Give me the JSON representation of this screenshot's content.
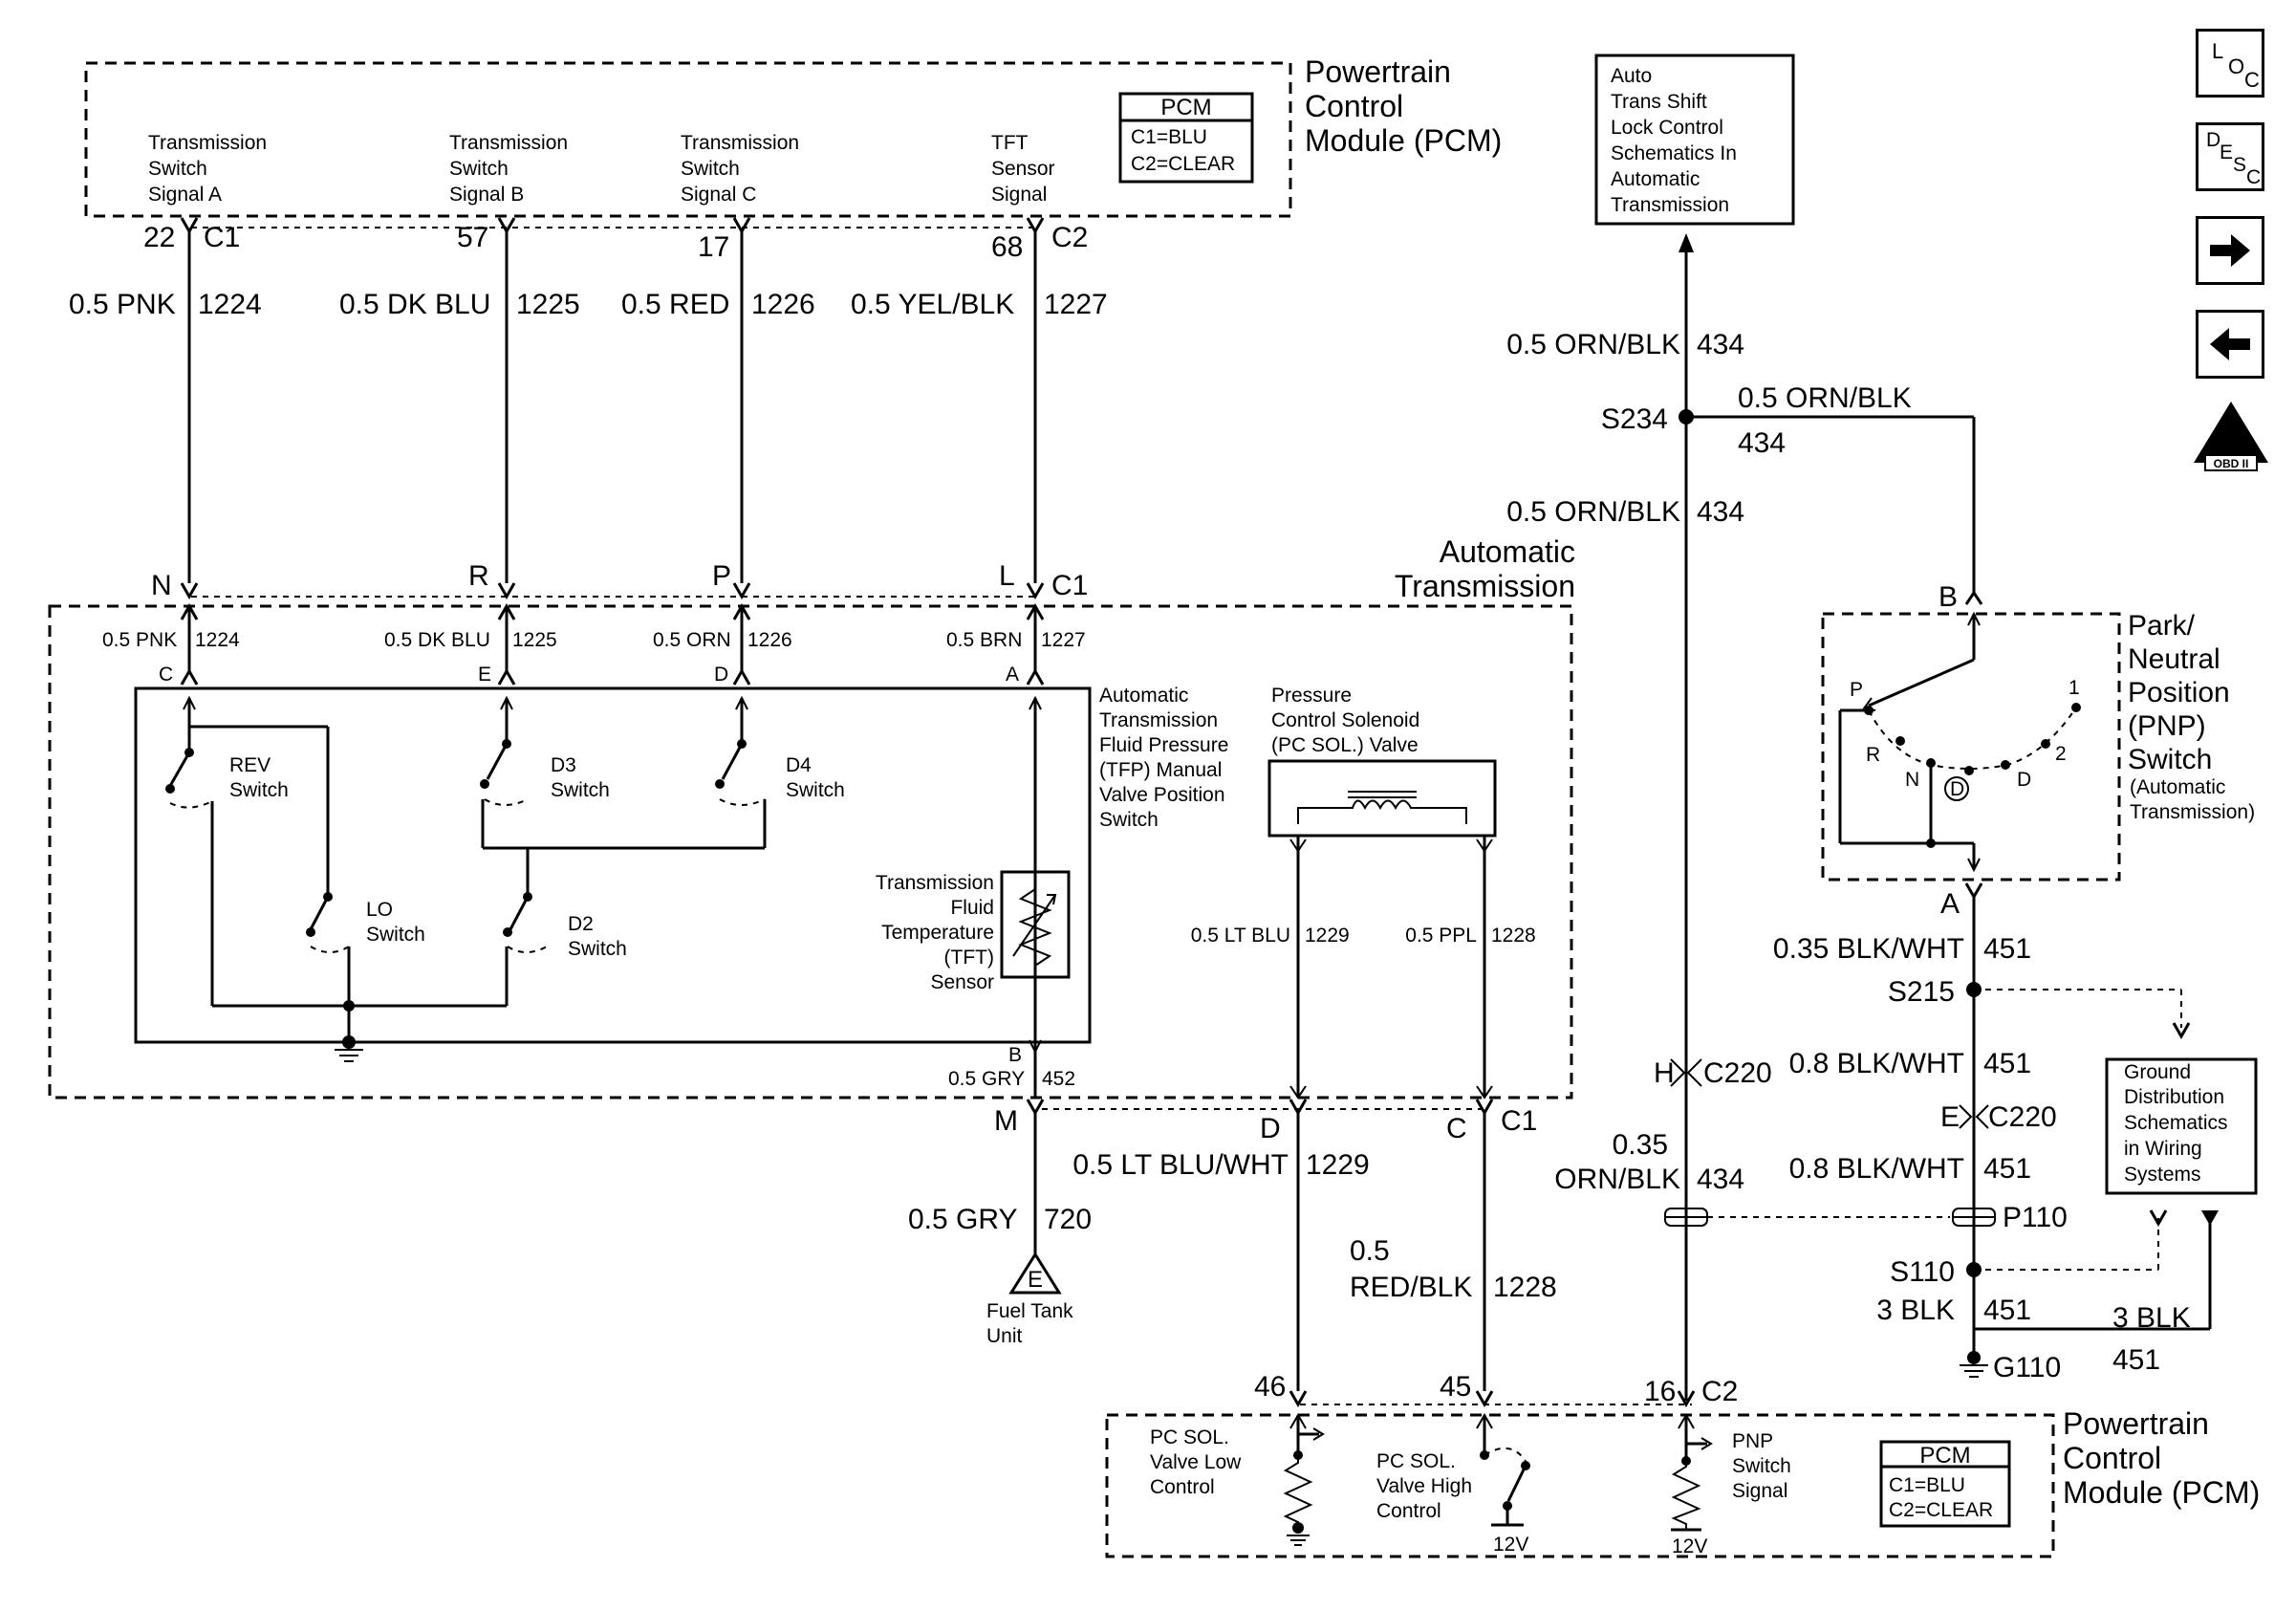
{
  "pcm_top": {
    "title": [
      "Powertrain",
      "Control",
      "Module (PCM)"
    ],
    "legend_title": "PCM",
    "legend_c1": "C1=BLU",
    "legend_c2": "C2=CLEAR",
    "signals": [
      {
        "label": [
          "Transmission",
          "Switch",
          "Signal A"
        ],
        "pin": "22",
        "conn": "C1",
        "wire": "0.5 PNK",
        "circuit": "1224"
      },
      {
        "label": [
          "Transmission",
          "Switch",
          "Signal B"
        ],
        "pin": "57",
        "conn": "",
        "wire": "0.5 DK BLU",
        "circuit": "1225"
      },
      {
        "label": [
          "Transmission",
          "Switch",
          "Signal C"
        ],
        "pin": "17",
        "conn": "",
        "wire": "0.5 RED",
        "circuit": "1226"
      },
      {
        "label": [
          "TFT",
          "Sensor",
          "Signal"
        ],
        "pin": "68",
        "conn": "C2",
        "wire": "0.5 YEL/BLK",
        "circuit": "1227"
      }
    ]
  },
  "trans": {
    "title": [
      "Automatic",
      "Transmission"
    ],
    "c1_pins": [
      "N",
      "R",
      "P",
      "L"
    ],
    "c1_label": "C1",
    "inner_wires": [
      {
        "wire": "0.5 PNK",
        "circuit": "1224",
        "pin": "C"
      },
      {
        "wire": "0.5 DK BLU",
        "circuit": "1225",
        "pin": "E"
      },
      {
        "wire": "0.5 ORN",
        "circuit": "1226",
        "pin": "D"
      },
      {
        "wire": "0.5 BRN",
        "circuit": "1227",
        "pin": "A"
      }
    ],
    "tfp_label": [
      "Automatic",
      "Transmission",
      "Fluid Pressure",
      "(TFP) Manual",
      "Valve Position",
      "Switch"
    ],
    "switches": {
      "rev": [
        "REV",
        "Switch"
      ],
      "d3": [
        "D3",
        "Switch"
      ],
      "d4": [
        "D4",
        "Switch"
      ],
      "lo": [
        "LO",
        "Switch"
      ],
      "d2": [
        "D2",
        "Switch"
      ]
    },
    "tft_label": [
      "Transmission",
      "Fluid",
      "Temperature",
      "(TFT)",
      "Sensor"
    ],
    "pc_label": [
      "Pressure",
      "Control Solenoid",
      "(PC SOL.) Valve"
    ],
    "pc_wire_a": {
      "wire": "0.5 LT BLU",
      "circuit": "1229"
    },
    "pc_wire_b": {
      "wire": "0.5 PPL",
      "circuit": "1228"
    },
    "tft_low": {
      "pin": "B",
      "wire": "0.5 GRY",
      "circuit": "452"
    }
  },
  "lower": {
    "m_pin": "M",
    "m_wire": "0.5 GRY",
    "m_circuit": "720",
    "fuel_label": [
      "Fuel Tank",
      "Unit"
    ],
    "fuel_symbol": "E",
    "d_pin": "D",
    "d_wire": "0.5 LT BLU/WHT",
    "d_circuit": "1229",
    "c_pin": "C",
    "c_conn": "C1",
    "c_wire": [
      "0.5",
      "RED/BLK"
    ],
    "c_circuit": "1228"
  },
  "pcm_bottom": {
    "title": [
      "Powertrain",
      "Control",
      "Module (PCM)"
    ],
    "pins": [
      "46",
      "45",
      "16"
    ],
    "conn": "C2",
    "pc_low": [
      "PC SOL.",
      "Valve Low",
      "Control"
    ],
    "pc_high": [
      "PC SOL.",
      "Valve High",
      "Control"
    ],
    "pnp_signal": [
      "PNP",
      "Switch",
      "Signal"
    ],
    "v12": "12V",
    "legend_title": "PCM",
    "legend_c1": "C1=BLU",
    "legend_c2": "C2=CLEAR"
  },
  "right": {
    "autobox": [
      "Auto",
      "Trans Shift",
      "Lock Control",
      "Schematics In",
      "Automatic",
      "Transmission"
    ],
    "w434a": {
      "wire": "0.5 ORN/BLK",
      "circuit": "434"
    },
    "s234": "S234",
    "w434b": {
      "wire": "0.5 ORN/BLK",
      "circuit": "434"
    },
    "w434c": {
      "wire": "0.5 ORN/BLK",
      "circuit": "434"
    },
    "h_pin": "H",
    "c220": "C220",
    "w434d": {
      "wire": [
        "0.35",
        "ORN/BLK"
      ],
      "circuit": "434"
    },
    "pnp_title": [
      "Park/",
      "Neutral",
      "Position",
      "(PNP)",
      "Switch"
    ],
    "pnp_sub": [
      "(Automatic",
      "Transmission)"
    ],
    "pnp_positions": [
      "P",
      "R",
      "N",
      "D",
      "2",
      "1"
    ],
    "pnp_b": "B",
    "pnp_a": "A",
    "w451a": {
      "wire": "0.35 BLK/WHT",
      "circuit": "451"
    },
    "s215": "S215",
    "w451b": {
      "wire": "0.8 BLK/WHT",
      "circuit": "451"
    },
    "e_pin": "E",
    "c220b": "C220",
    "w451c": {
      "wire": "0.8 BLK/WHT",
      "circuit": "451"
    },
    "p110": "P110",
    "s110": "S110",
    "w451d": {
      "wire": "3 BLK",
      "circuit": "451"
    },
    "w451e": {
      "wire": "3 BLK",
      "circuit": "451"
    },
    "g110": "G110",
    "ground_box": [
      "Ground",
      "Distribution",
      "Schematics",
      "in Wiring",
      "Systems"
    ]
  },
  "nav": {
    "loc": [
      "L",
      "O",
      "C"
    ],
    "desc": [
      "D",
      "E",
      "S",
      "C"
    ],
    "obd": "OBD II",
    "obd_mark": "II"
  }
}
